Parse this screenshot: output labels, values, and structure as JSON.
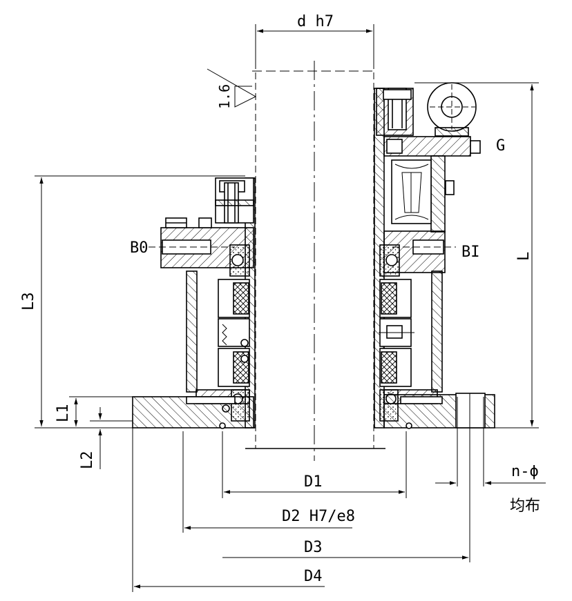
{
  "drawing": {
    "labels": {
      "d_h7": "d h7",
      "surface_finish": "1.6",
      "g": "G",
      "b0": "B0",
      "bi": "BI",
      "l": "L",
      "l3": "L3",
      "l1": "L1",
      "l2": "L2",
      "d1": "D1",
      "d2": "D2 H7/e8",
      "d3": "D3",
      "d4": "D4",
      "n_phi": "n-ϕ",
      "evenly": "均布"
    },
    "colors": {
      "line": "#000000",
      "background": "#ffffff"
    }
  }
}
